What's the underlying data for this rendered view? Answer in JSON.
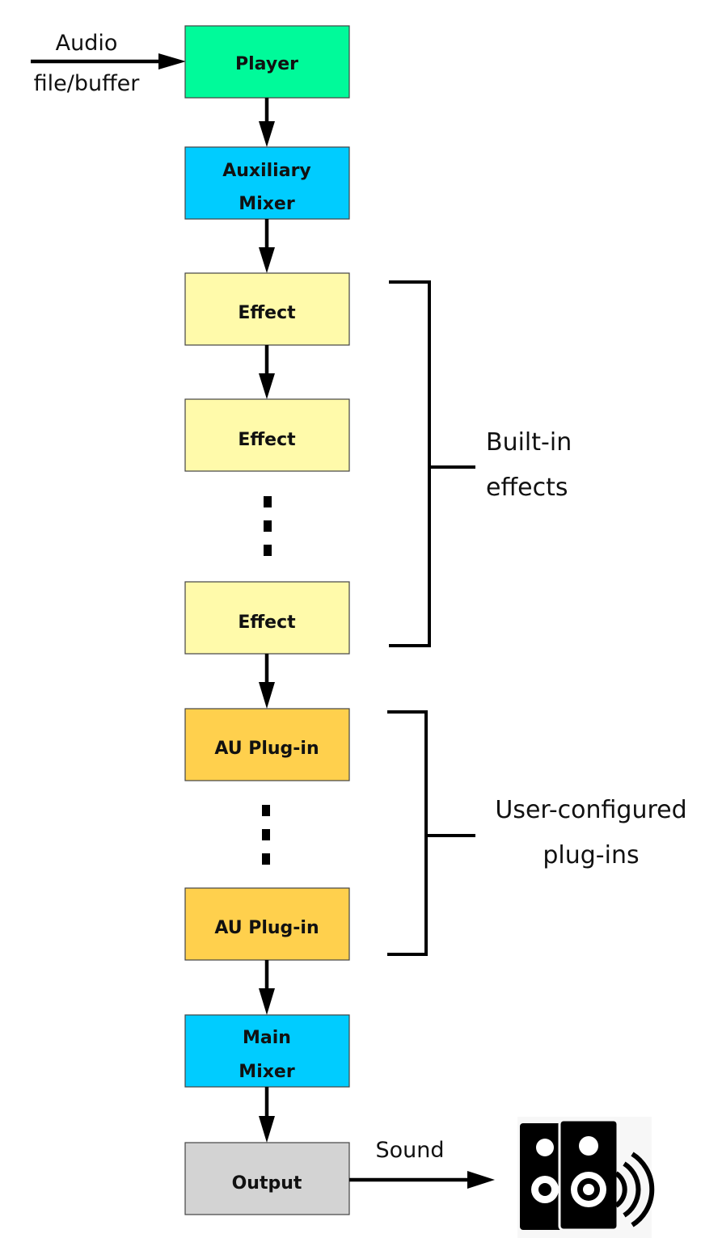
{
  "input": {
    "label_line1": "Audio",
    "label_line2": "file/buffer"
  },
  "chain": {
    "player": {
      "label": "Player",
      "color": "#00FA9A"
    },
    "auxiliary_mixer": {
      "label_line1": "Auxiliary",
      "label_line2": "Mixer",
      "color": "#00CCFF"
    },
    "effects": [
      {
        "label": "Effect",
        "color": "#FFFAAA"
      },
      {
        "label": "Effect",
        "color": "#FFFAAA"
      },
      {
        "label": "Effect",
        "color": "#FFFAAA"
      }
    ],
    "plugins": [
      {
        "label": "AU Plug-in",
        "color": "#FFD04D"
      },
      {
        "label": "AU Plug-in",
        "color": "#FFD04D"
      }
    ],
    "main_mixer": {
      "label_line1": "Main",
      "label_line2": "Mixer",
      "color": "#00CCFF"
    },
    "output": {
      "label": "Output",
      "color": "#D3D3D3"
    }
  },
  "groups": {
    "built_in": {
      "label_line1": "Built-in",
      "label_line2": "effects"
    },
    "user_plugins": {
      "label_line1": "User-configured",
      "label_line2": "plug-ins"
    }
  },
  "output_link": {
    "label": "Sound"
  },
  "icons": {
    "speaker": "speaker-icon"
  }
}
